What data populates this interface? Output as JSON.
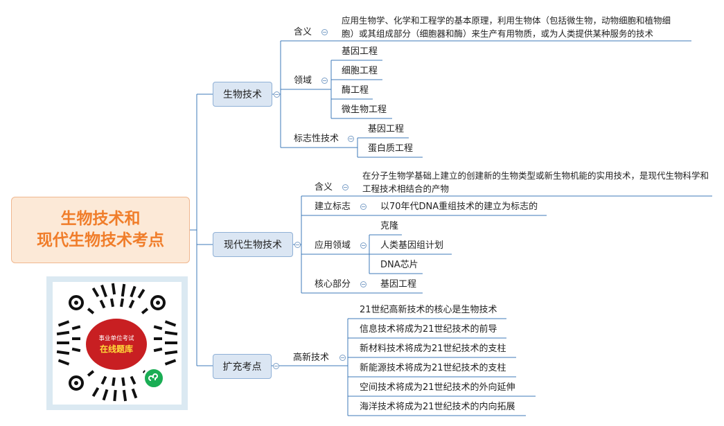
{
  "root": {
    "line1": "生物技术和",
    "line2": "现代生物技术考点"
  },
  "qr": {
    "badge_line1": "事业单位考试",
    "badge_line2": "在线题库"
  },
  "branches": [
    {
      "label": "生物技术",
      "children": [
        {
          "label": "含义",
          "items": [
            "应用生物学、化学和工程学的基本原理，利用生物体（包括微生物，动物细胞和植物细胞）或其组成部分（细胞器和酶）来生产有用物质，或为人类提供某种服务的技术"
          ]
        },
        {
          "label": "领域",
          "items": [
            "基因工程",
            "细胞工程",
            "酶工程",
            "微生物工程"
          ]
        },
        {
          "label": "标志性技术",
          "items": [
            "基因工程",
            "蛋白质工程"
          ]
        }
      ]
    },
    {
      "label": "现代生物技术",
      "children": [
        {
          "label": "含义",
          "items": [
            "在分子生物学基础上建立的创建新的生物类型或新生物机能的实用技术，是现代生物科学和工程技术相结合的产物"
          ]
        },
        {
          "label": "建立标志",
          "items": [
            "以70年代DNA重组技术的建立为标志的"
          ]
        },
        {
          "label": "应用领域",
          "items": [
            "克隆",
            "人类基因组计划",
            "DNA芯片"
          ]
        },
        {
          "label": "核心部分",
          "items": [
            "基因工程"
          ]
        }
      ]
    },
    {
      "label": "扩充考点",
      "children": [
        {
          "label": "高新技术",
          "items": [
            "21世纪高新技术的核心是生物技术",
            "信息技术将成为21世纪技术的前导",
            "新材料技术将成为21世纪技术的支柱",
            "新能源技术将成为21世纪技术的支柱",
            "空间技术将成为21世纪技术的外向延伸",
            "海洋技术将成为21世纪技术的内向拓展"
          ]
        }
      ]
    }
  ]
}
